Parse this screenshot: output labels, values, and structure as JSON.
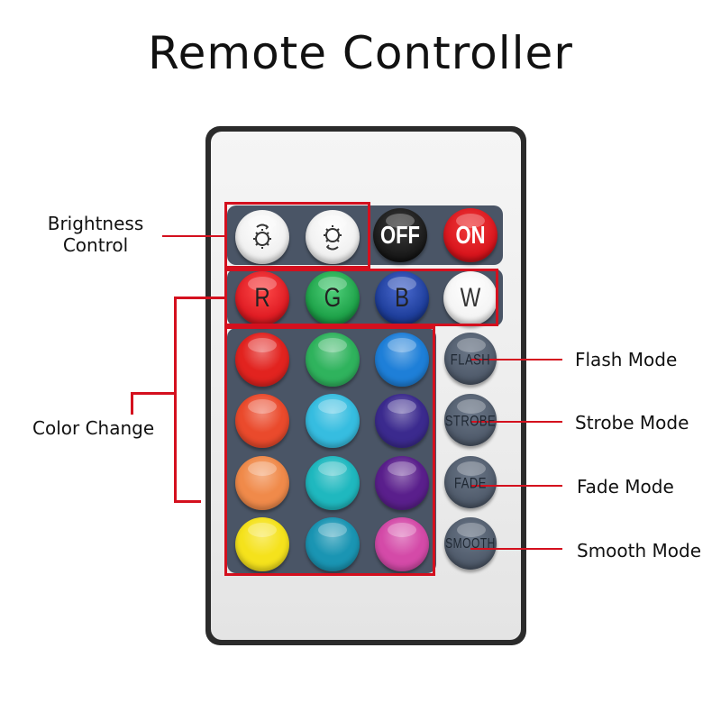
{
  "title": "Remote Controller",
  "labels": {
    "brightness_line1": "Brightness",
    "brightness_line2": "Control",
    "color_change": "Color Change",
    "flash_mode": "Flash Mode",
    "strobe_mode": "Strobe Mode",
    "fade_mode": "Fade Mode",
    "smooth_mode": "Smooth Mode"
  },
  "buttons": {
    "brightness_up": {
      "icon": "brightness-up-icon"
    },
    "brightness_down": {
      "icon": "brightness-down-icon"
    },
    "off": {
      "label": "OFF",
      "color": "#1a1a1a"
    },
    "on": {
      "label": "ON",
      "color": "#d8141c"
    },
    "r": {
      "label": "R",
      "color": "#e01d24"
    },
    "g": {
      "label": "G",
      "color": "#1fa34a"
    },
    "b": {
      "label": "B",
      "color": "#1f3f9c"
    },
    "w": {
      "label": "W",
      "color": "#f4f4f4"
    },
    "flash": {
      "label": "FLASH"
    },
    "strobe": {
      "label": "STROBE"
    },
    "fade": {
      "label": "FADE"
    },
    "smooth": {
      "label": "SMOOTH"
    }
  },
  "color_grid": [
    [
      "#e2231f",
      "#2fb35d",
      "#1e7fd8"
    ],
    [
      "#ea4a2c",
      "#36bde0",
      "#3b2a8e"
    ],
    [
      "#f08a4a",
      "#1fb8bf",
      "#5a1f8c"
    ],
    [
      "#f5e21c",
      "#1a95b3",
      "#d44aa8"
    ]
  ],
  "colors": {
    "highlight": "#d4101e",
    "panel": "#4a5566",
    "remote_border": "#2b2b2b"
  }
}
